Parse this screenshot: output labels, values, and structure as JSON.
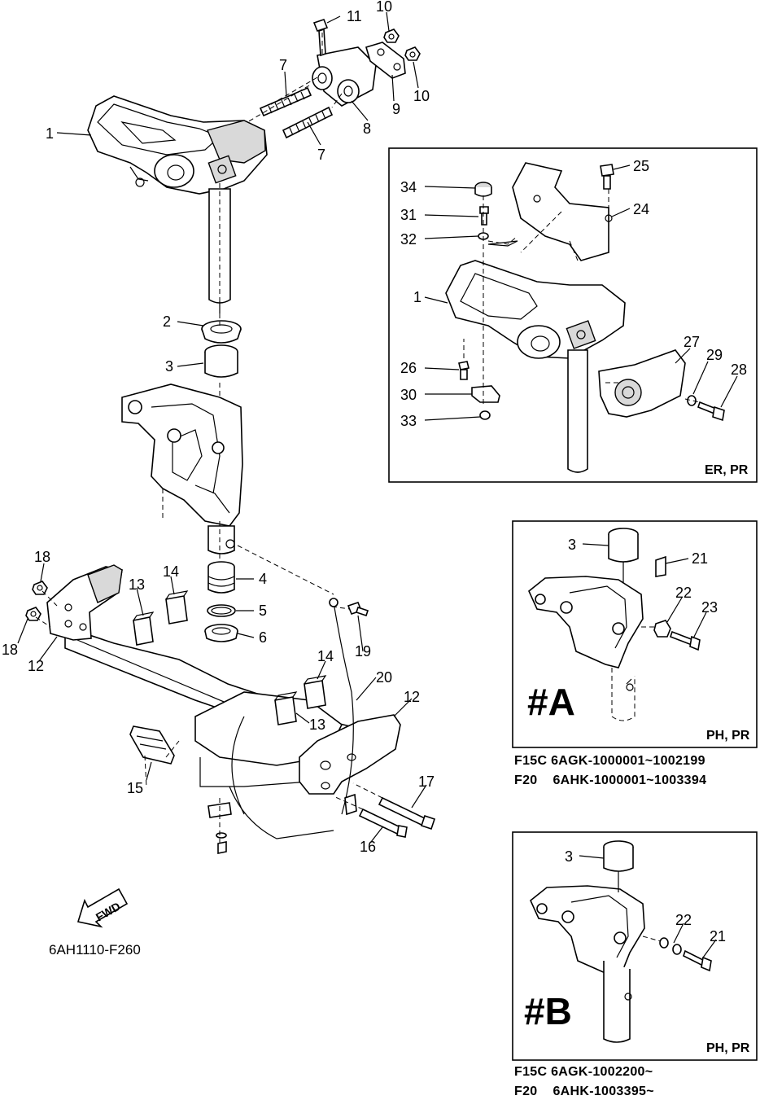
{
  "diagram_code": "6AH1110-F260",
  "fwd_label": "FWD",
  "main_labels": {
    "l1": "1",
    "l2": "2",
    "l3": "3",
    "l4": "4",
    "l5": "5",
    "l6": "6",
    "l7a": "7",
    "l7b": "7",
    "l8": "8",
    "l9": "9",
    "l10a": "10",
    "l10b": "10",
    "l11": "11",
    "l12a": "12",
    "l12b": "12",
    "l13a": "13",
    "l13b": "13",
    "l14a": "14",
    "l14b": "14",
    "l15": "15",
    "l16": "16",
    "l17": "17",
    "l18a": "18",
    "l18b": "18",
    "l19": "19",
    "l20": "20"
  },
  "inset_er": {
    "tag": "ER, PR",
    "labels": {
      "l34": "34",
      "l31": "31",
      "l32": "32",
      "l1": "1",
      "l25": "25",
      "l24": "24",
      "l27": "27",
      "l29": "29",
      "l28": "28",
      "l26": "26",
      "l30": "30",
      "l33": "33"
    }
  },
  "inset_a": {
    "title": "#A",
    "tag": "PH, PR",
    "labels": {
      "l3": "3",
      "l21": "21",
      "l22": "22",
      "l23": "23"
    },
    "caption_line1": "F15C 6AGK-1000001~1002199",
    "caption_line2": "F20    6AHK-1000001~1003394"
  },
  "inset_b": {
    "title": "#B",
    "tag": "PH, PR",
    "labels": {
      "l3": "3",
      "l22": "22",
      "l21": "21"
    },
    "caption_line1": "F15C 6AGK-1002200~",
    "caption_line2": "F20    6AHK-1003395~"
  }
}
